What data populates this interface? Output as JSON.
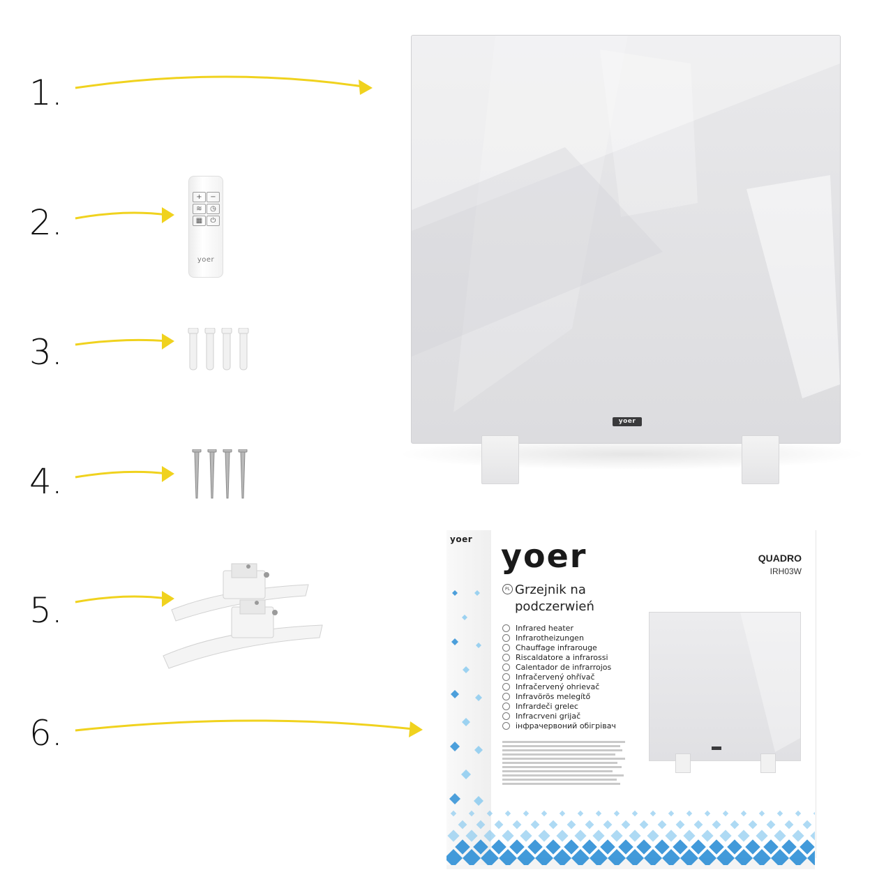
{
  "labels": {
    "items": [
      {
        "number": "1",
        "suffix": "."
      },
      {
        "number": "2",
        "suffix": "."
      },
      {
        "number": "3",
        "suffix": "."
      },
      {
        "number": "4",
        "suffix": "."
      },
      {
        "number": "5",
        "suffix": "."
      },
      {
        "number": "6",
        "suffix": "."
      }
    ]
  },
  "colors": {
    "arrow": "#f0d21e",
    "box_accent": "#2e8fd6",
    "box_accent_light": "#8ccbf0"
  },
  "heater": {
    "logo": "yoer"
  },
  "remote": {
    "buttons": [
      "+",
      "−",
      "wifi-icon",
      "timer-icon",
      "mode-icon",
      "power-icon"
    ],
    "brand": "yoer"
  },
  "box": {
    "brand_small": "yoer",
    "brand_large": "yoer",
    "model": "QUADRO",
    "code": "IRH03W",
    "badge": "PL",
    "title_line1": "Grzejnik na",
    "title_line2": "podczerwień",
    "languages": [
      "Infrared heater",
      "Infrarotheizungen",
      "Chauffage infrarouge",
      "Riscaldatore a infrarossi",
      "Calentador de infrarrojos",
      "Infračervený ohřívač",
      "Infračervený ohrievač",
      "Infravörös melegítő",
      "Infrardeči grelec",
      "Infracrveni grijač",
      "інфрачервоний обігрівач"
    ]
  }
}
